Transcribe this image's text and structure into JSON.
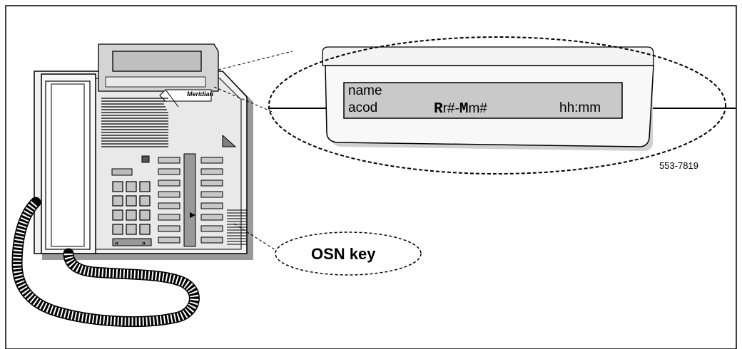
{
  "phone": {
    "brand": "Meridian"
  },
  "display": {
    "line1": "name",
    "line2_left": "acod",
    "line2_mid_parts": [
      "R",
      "r#-",
      "M",
      "m#"
    ],
    "line2_right": "hh:mm"
  },
  "callout": {
    "label": "OSN key"
  },
  "figure_id": "553-7819"
}
